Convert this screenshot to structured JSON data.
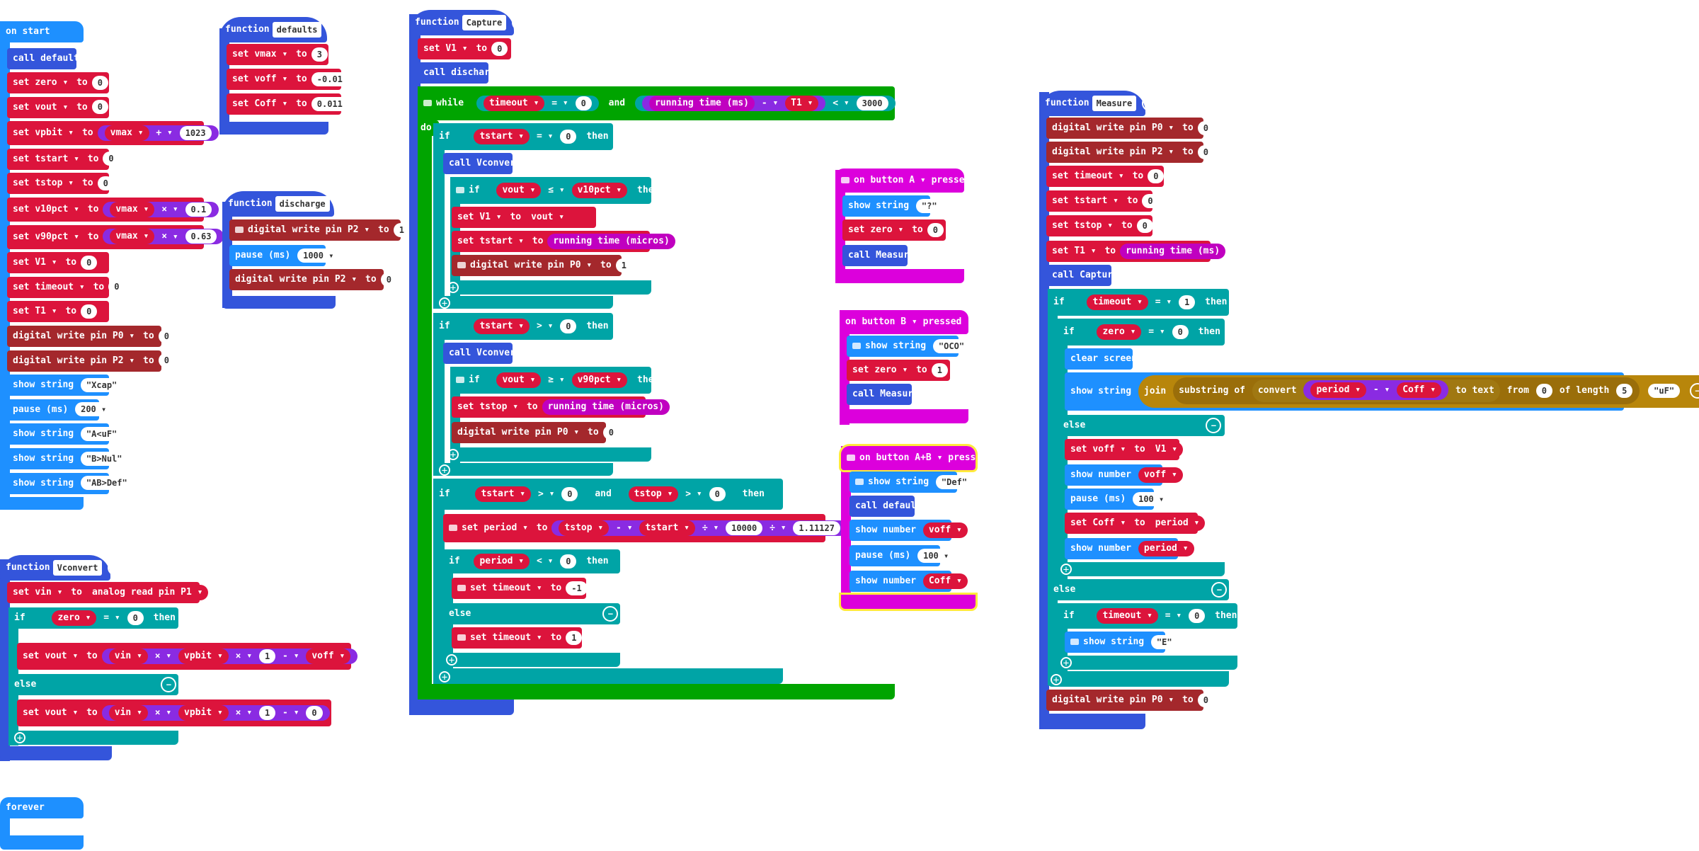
{
  "on_start": {
    "header": "on start",
    "blocks": [
      {
        "kind": "call",
        "label": "call defaults"
      },
      {
        "kind": "set",
        "var": "zero",
        "value": "0"
      },
      {
        "kind": "set",
        "var": "vout",
        "value": "0"
      },
      {
        "kind": "set_expr",
        "var": "vpbit",
        "lhs": "vmax",
        "op": "+",
        "rhs": "1023"
      },
      {
        "kind": "set",
        "var": "tstart",
        "value": "0"
      },
      {
        "kind": "set",
        "var": "tstop",
        "value": "0"
      },
      {
        "kind": "set_expr",
        "var": "v10pct",
        "lhs": "vmax",
        "op": "×",
        "rhs": "0.1"
      },
      {
        "kind": "set_expr",
        "var": "v90pct",
        "lhs": "vmax",
        "op": "×",
        "rhs": "0.63"
      },
      {
        "kind": "set",
        "var": "V1",
        "value": "0"
      },
      {
        "kind": "set",
        "var": "timeout",
        "value": "0"
      },
      {
        "kind": "set",
        "var": "T1",
        "value": "0"
      },
      {
        "kind": "dwrite",
        "pin": "P0",
        "value": "0"
      },
      {
        "kind": "dwrite",
        "pin": "P2",
        "value": "0"
      },
      {
        "kind": "show",
        "value": "\"Xcap\""
      },
      {
        "kind": "pause",
        "value": "200"
      },
      {
        "kind": "show",
        "value": "\"A<uF\""
      },
      {
        "kind": "show",
        "value": "\"B>Nul\""
      },
      {
        "kind": "show",
        "value": "\"AB>Def\""
      }
    ]
  },
  "defaults_fn": {
    "keyword": "function",
    "name": "defaults",
    "blocks": [
      {
        "var": "vmax",
        "value": "3"
      },
      {
        "var": "voff",
        "value": "-0.01"
      },
      {
        "var": "Coff",
        "value": "0.011"
      }
    ]
  },
  "discharge_fn": {
    "keyword": "function",
    "name": "discharge",
    "dwrite1": {
      "pin": "P2",
      "value": "1"
    },
    "pause": "1000",
    "dwrite2": {
      "pin": "P2",
      "value": "0"
    }
  },
  "vconvert_fn": {
    "keyword": "function",
    "name": "Vconvert",
    "set_vin": {
      "var": "vin",
      "fn": "analog read pin",
      "pin": "P1"
    },
    "if_var": "zero",
    "if_op": "=",
    "if_val": "0",
    "then_set": {
      "var": "vout",
      "a": "vin",
      "op1": "×",
      "b": "vpbit",
      "op2": "×",
      "c": "1",
      "op3": "-",
      "d": "voff"
    },
    "else_set": {
      "var": "vout",
      "a": "vin",
      "op1": "×",
      "b": "vpbit",
      "op2": "×",
      "c": "1",
      "op3": "-",
      "d": "0"
    }
  },
  "forever": {
    "header": "forever"
  },
  "capture_fn": {
    "keyword": "function",
    "name": "Capture",
    "set_v1": {
      "var": "V1",
      "value": "0"
    },
    "call_discharge": "call discharge",
    "while": {
      "kw": "while",
      "a": "timeout",
      "op": "=",
      "b": "0",
      "join": "and",
      "rt": "running time (ms)",
      "minus": "-",
      "t1": "T1",
      "lt": "<",
      "limit": "3000"
    },
    "do": "do",
    "if1": {
      "var": "tstart",
      "op": "=",
      "val": "0"
    },
    "call_vconvert": "call Vconvert",
    "if1a": {
      "var": "vout",
      "op": "≤",
      "rhs": "v10pct"
    },
    "if1a_set1": {
      "var": "V1",
      "value": "vout"
    },
    "if1a_set2": {
      "var": "tstart",
      "value": "running time (micros)"
    },
    "if1a_dw": {
      "pin": "P0",
      "value": "1"
    },
    "if2": {
      "var": "tstart",
      "op": ">",
      "val": "0"
    },
    "if2a": {
      "var": "vout",
      "op": "≥",
      "rhs": "v90pct"
    },
    "if2a_set": {
      "var": "tstop",
      "value": "running time (micros)"
    },
    "if2a_dw": {
      "pin": "P0",
      "value": "0"
    },
    "if3": {
      "a": "tstart",
      "op": ">",
      "b": "0",
      "join": "and",
      "c": "tstop",
      "op2": ">",
      "d": "0"
    },
    "period_set": {
      "var": "period",
      "a": "tstop",
      "op1": "-",
      "b": "tstart",
      "op2": "÷",
      "c": "10000",
      "op3": "÷",
      "d": "1.11127"
    },
    "if4": {
      "var": "period",
      "op": "<",
      "val": "0"
    },
    "if4_set": {
      "var": "timeout",
      "value": "-1"
    },
    "else": "else",
    "else_set": {
      "var": "timeout",
      "value": "1"
    }
  },
  "button_a": {
    "header": "on button",
    "btn": "A",
    "suffix": "pressed",
    "show": "\"?\"",
    "set": {
      "var": "zero",
      "value": "0"
    },
    "call": "call Measure"
  },
  "button_b": {
    "header": "on button",
    "btn": "B",
    "suffix": "pressed",
    "show": "\"OCO\"",
    "set": {
      "var": "zero",
      "value": "1"
    },
    "call": "call Measure"
  },
  "button_ab": {
    "header": "on button",
    "btn": "A+B",
    "suffix": "pressed",
    "show": "\"Def\"",
    "call": "call defaults",
    "shownum1": "voff",
    "pause": "100",
    "shownum2": "Coff"
  },
  "measure_fn": {
    "keyword": "function",
    "name": "Measure",
    "dw1": {
      "pin": "P0",
      "value": "0"
    },
    "dw2": {
      "pin": "P2",
      "value": "0"
    },
    "sets": [
      {
        "var": "timeout",
        "value": "0"
      },
      {
        "var": "tstart",
        "value": "0"
      },
      {
        "var": "tstop",
        "value": "0"
      }
    ],
    "set_t1": {
      "var": "T1",
      "value": "running time (ms)"
    },
    "call_capture": "call Capture",
    "if1": {
      "var": "timeout",
      "op": "=",
      "val": "1"
    },
    "if1a": {
      "var": "zero",
      "op": "=",
      "val": "0"
    },
    "clear": "clear screen",
    "show_join": {
      "show": "show string",
      "join": "join",
      "substr": "substring of",
      "convert": "convert",
      "a": "period",
      "op": "-",
      "b": "Coff",
      "to_text": "to text",
      "from": "from",
      "from_val": "0",
      "of_length": "of length",
      "len": "5",
      "suffix": "\"uF\""
    },
    "else": "else",
    "set_voff": {
      "var": "voff",
      "value": "V1"
    },
    "shownum1": "voff",
    "pause": "100",
    "set_coff": {
      "var": "Coff",
      "value": "period"
    },
    "shownum2": "period",
    "if2": {
      "var": "timeout",
      "op": "=",
      "val": "0"
    },
    "show_e": "\"E\"",
    "dw_end": {
      "pin": "P0",
      "value": "0"
    }
  },
  "labels": {
    "set": "set",
    "to": "to",
    "call": "call",
    "if": "if",
    "then": "then",
    "else": "else",
    "show_string": "show string",
    "show_number": "show number",
    "pause_ms": "pause (ms)",
    "digital_write_pin": "digital write pin"
  }
}
